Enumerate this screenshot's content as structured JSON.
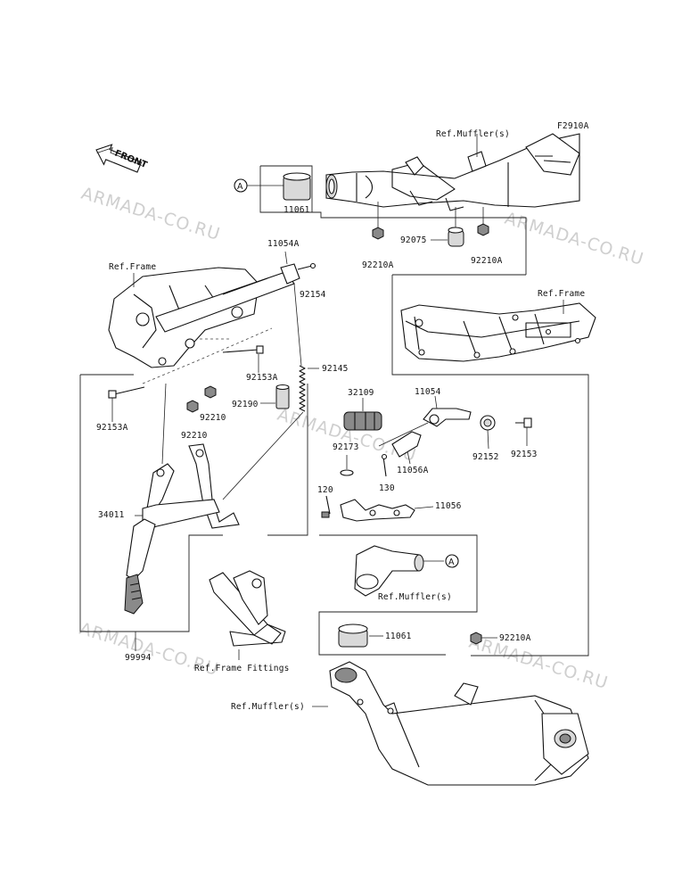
{
  "figure_code": "F2910A",
  "front_label": "FRONT",
  "watermark": "ARMADA-CO.RU",
  "callout_letter": "A",
  "labels": {
    "ref_muffler_top": "Ref.Muffler(s)",
    "ref_muffler_mid": "Ref.Muffler(s)",
    "ref_muffler_bottom": "Ref.Muffler(s)",
    "ref_frame_left": "Ref.Frame",
    "ref_frame_right": "Ref.Frame",
    "ref_frame_fittings": "Ref.Frame Fittings"
  },
  "parts": {
    "p11061_top": "11061",
    "p11054A": "11054A",
    "p92154": "92154",
    "p92210A_left": "92210A",
    "p92075": "92075",
    "p92210A_right": "92210A",
    "p92153A_upper": "92153A",
    "p92145": "92145",
    "p92153A_lower": "92153A",
    "p92210_a": "92210",
    "p92210_b": "92210",
    "p92190": "92190",
    "p32109": "32109",
    "p11054": "11054",
    "p92173": "92173",
    "p11056A": "11056A",
    "p92152": "92152",
    "p92153": "92153",
    "p120": "120",
    "p130": "130",
    "p11056": "11056",
    "p34011": "34011",
    "p99994": "99994",
    "p11061_bottom": "11061",
    "p92210A_bottom": "92210A"
  }
}
